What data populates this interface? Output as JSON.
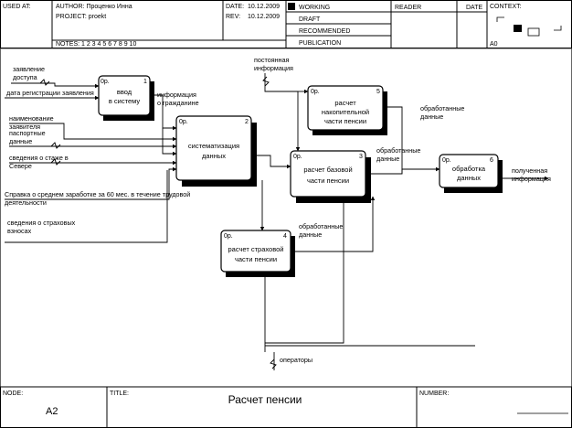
{
  "header": {
    "used_at": "USED AT:",
    "author": "AUTHOR:  Проценко Инна",
    "project": "PROJECT:  proekt",
    "date_label": "DATE:",
    "date_value": "10.12.2009",
    "rev_label": "REV:",
    "rev_value": "10.12.2009",
    "notes": "NOTES:  1  2  3  4  5  6  7  8  9  10",
    "status": [
      "WORKING",
      "DRAFT",
      "RECOMMENDED",
      "PUBLICATION"
    ],
    "reader": "READER",
    "date_col": "DATE",
    "context": "CONTEXT:",
    "context_node": "A0"
  },
  "boxes": [
    {
      "num": "1",
      "text": [
        "ввод",
        "в систему"
      ]
    },
    {
      "num": "2",
      "text": [
        "систематизация",
        "данных"
      ]
    },
    {
      "num": "3",
      "text": [
        "расчет базовой",
        "части пенсии"
      ]
    },
    {
      "num": "4",
      "text": [
        "расчет страховой",
        "части пенсии"
      ]
    },
    {
      "num": "5",
      "text": [
        "расчет",
        "накопительной",
        "части пенсии"
      ]
    },
    {
      "num": "6",
      "text": [
        "обработка",
        "данных"
      ]
    }
  ],
  "arrow_labels": {
    "inputs": [
      [
        "заявление",
        "доступа"
      ],
      [
        "дата регистрации заявления"
      ],
      [
        "наименование",
        "заявителя"
      ],
      [
        "паспортные",
        "данные"
      ],
      [
        "сведения о стаже в",
        "Севере"
      ]
    ],
    "certificate": [
      "Справка о среднем заработке за 60 мес. в течение трудовой",
      "деятельности"
    ],
    "insurance_info": [
      "сведения о страховых",
      "взносах"
    ],
    "control": [
      "постоянная",
      "информация"
    ],
    "out1": [
      "информация",
      "о гражданине"
    ],
    "out5": [
      "обработанные",
      "данные"
    ],
    "out3": [
      "обработанные",
      "данные"
    ],
    "out4": [
      "обработанные",
      "данные"
    ],
    "final_output": [
      "полученная",
      "информация"
    ],
    "mechanism": [
      "операторы"
    ]
  },
  "footer": {
    "node_label": "NODE:",
    "node_value": "A2",
    "title_label": "TITLE:",
    "title_value": "Расчет пенсии",
    "number_label": "NUMBER:"
  }
}
